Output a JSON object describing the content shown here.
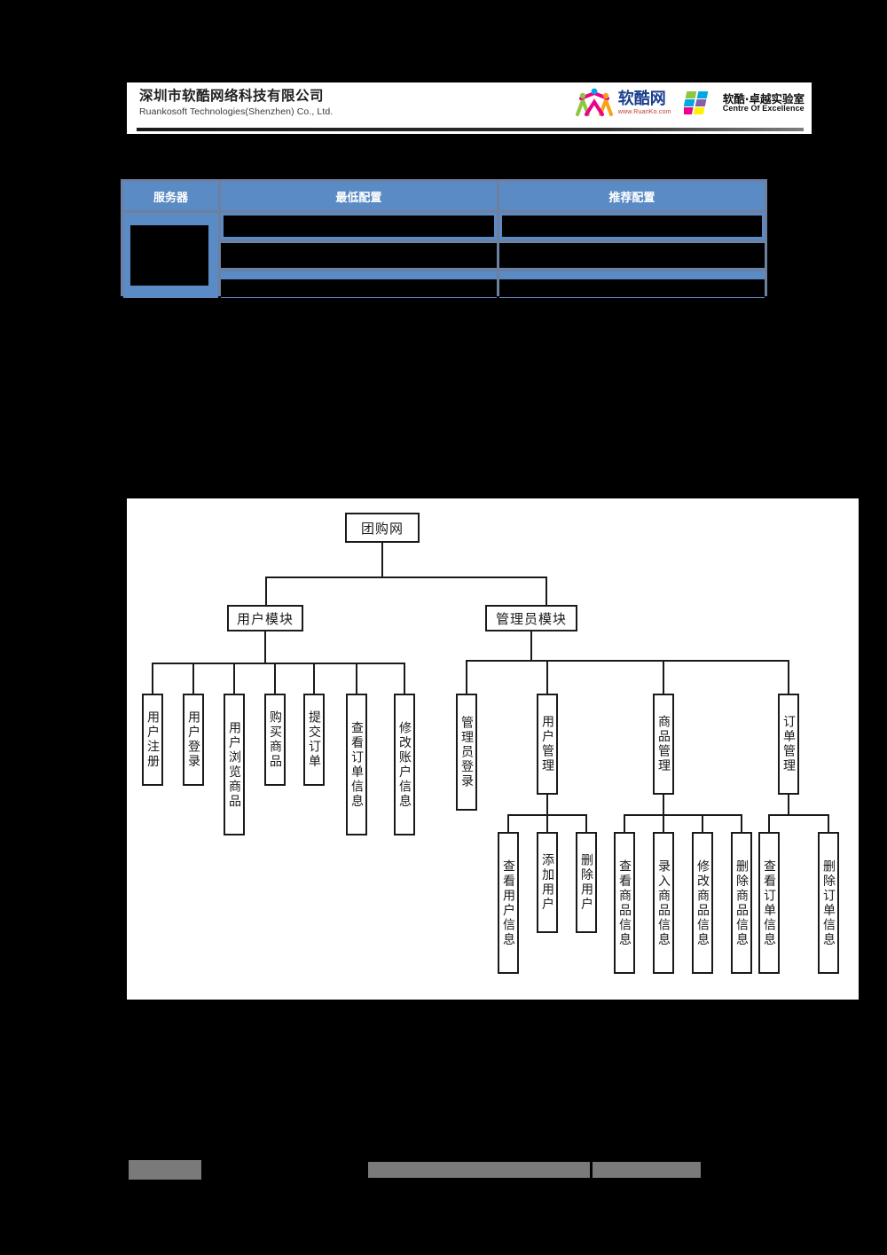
{
  "page": {
    "background": "#000000",
    "panel_background": "#ffffff"
  },
  "header": {
    "company_cn": "深圳市软酷网络科技有限公司",
    "company_en": "Ruankosoft Technologies(Shenzhen) Co., Ltd.",
    "logos": [
      {
        "name": "ruanko-logo",
        "title_cn": "软酷网",
        "url": "www.RuanKo.com"
      },
      {
        "name": "centre-of-excellence-logo",
        "title_cn": "软酷·卓越实验室",
        "title_en": "Centre Of Excellence"
      }
    ]
  },
  "table": {
    "header_color": "#5b8bc5",
    "grid_color": "#6e80a0",
    "columns": [
      "服务器",
      "最低配置",
      "推荐配置"
    ],
    "rows": [
      {
        "server": "",
        "min": "",
        "rec": "",
        "redacted": true
      },
      {
        "server": "",
        "min": "",
        "rec": "",
        "redacted": true
      },
      {
        "server": "",
        "min": "",
        "rec": "",
        "redacted": true
      }
    ]
  },
  "diagram": {
    "type": "tree",
    "root": "团购网",
    "branches": [
      {
        "label": "用户模块"
      },
      {
        "label": "管理员模块"
      }
    ],
    "user_module_leaves": [
      "用户注册",
      "用户登录",
      "用户浏览商品",
      "购买商品",
      "提交订单",
      "查看订单信息",
      "修改账户信息"
    ],
    "admin_module_children": [
      {
        "label": "管理员登录",
        "children": []
      },
      {
        "label": "用户管理",
        "children": [
          "查看用户信息",
          "添加用户",
          "删除用户"
        ]
      },
      {
        "label": "商品管理",
        "children": [
          "查看商品信息",
          "录入商品信息",
          "修改商品信息",
          "删除商品信息"
        ]
      },
      {
        "label": "订单管理",
        "children": [
          "查看订单信息",
          "删除订单信息"
        ]
      }
    ]
  },
  "footer": {
    "redacted": true,
    "block_color": "#7a7a7a"
  }
}
